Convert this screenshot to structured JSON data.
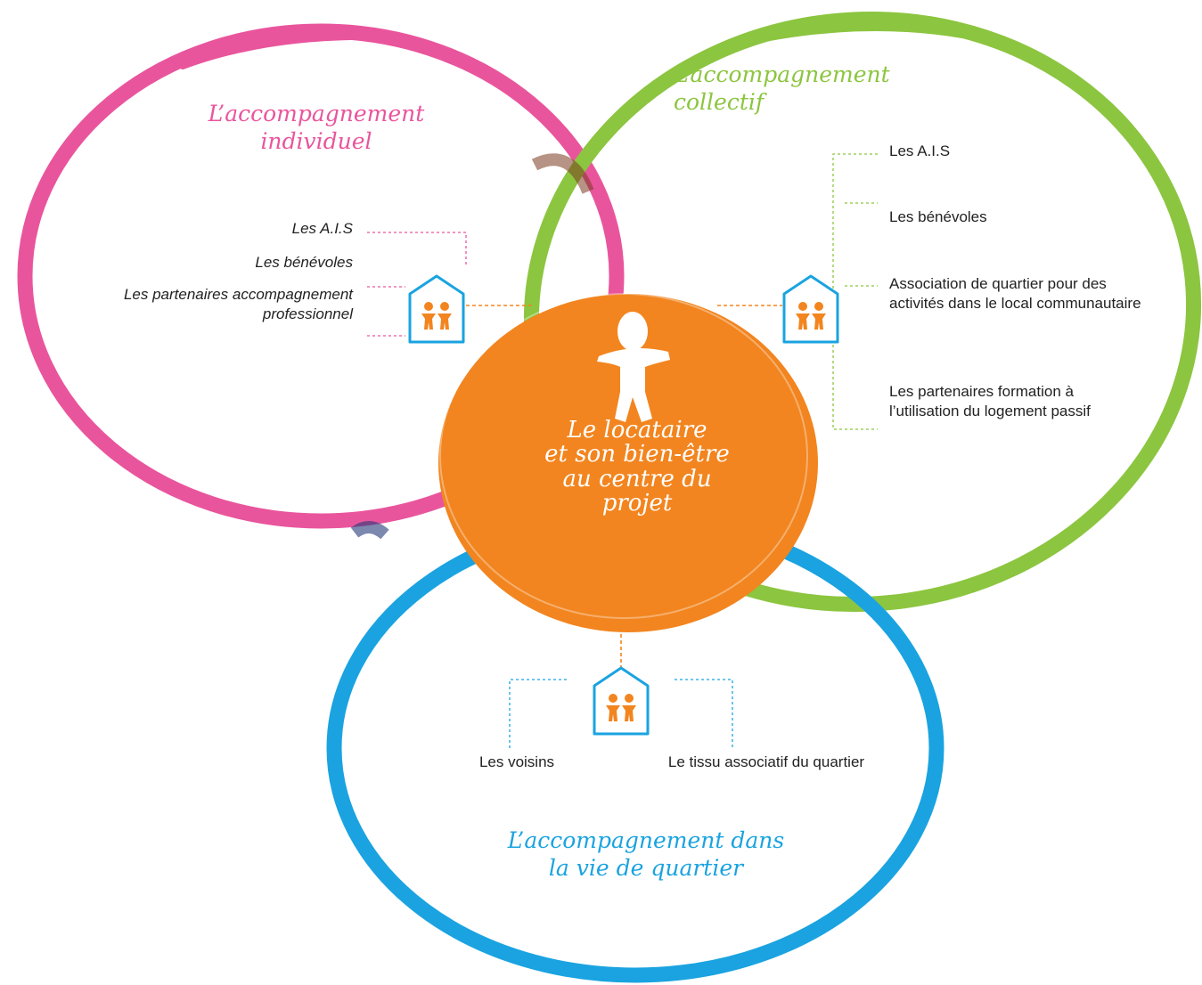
{
  "colors": {
    "individuel": "#e9559c",
    "collectif": "#8cc53f",
    "quartier": "#1aa3e0",
    "centre": "#f2851f",
    "house_outline": "#1aa3e0",
    "house_figures": "#f2851f"
  },
  "centre": {
    "lines": [
      "Le locataire",
      "et son bien-être",
      "au centre du",
      "projet"
    ]
  },
  "individuel": {
    "heading": [
      "L’accompagnement",
      "individuel"
    ],
    "items": [
      "Les A.I.S",
      "Les bénévoles",
      "Les partenaires accompagnement professionnel"
    ]
  },
  "collectif": {
    "heading": [
      "L’accompagnement",
      "collectif"
    ],
    "items": [
      "Les A.I.S",
      "Les bénévoles",
      "Association de quartier pour des activités dans le local communautaire",
      "Les partenaires formation à l’utilisation du logement passif"
    ]
  },
  "quartier": {
    "heading": [
      "L’accompagnement dans",
      "la vie de quartier"
    ],
    "items": [
      "Les voisins",
      "Le tissu associatif du quartier"
    ]
  },
  "icons": [
    "house-family-icon",
    "person-icon"
  ]
}
